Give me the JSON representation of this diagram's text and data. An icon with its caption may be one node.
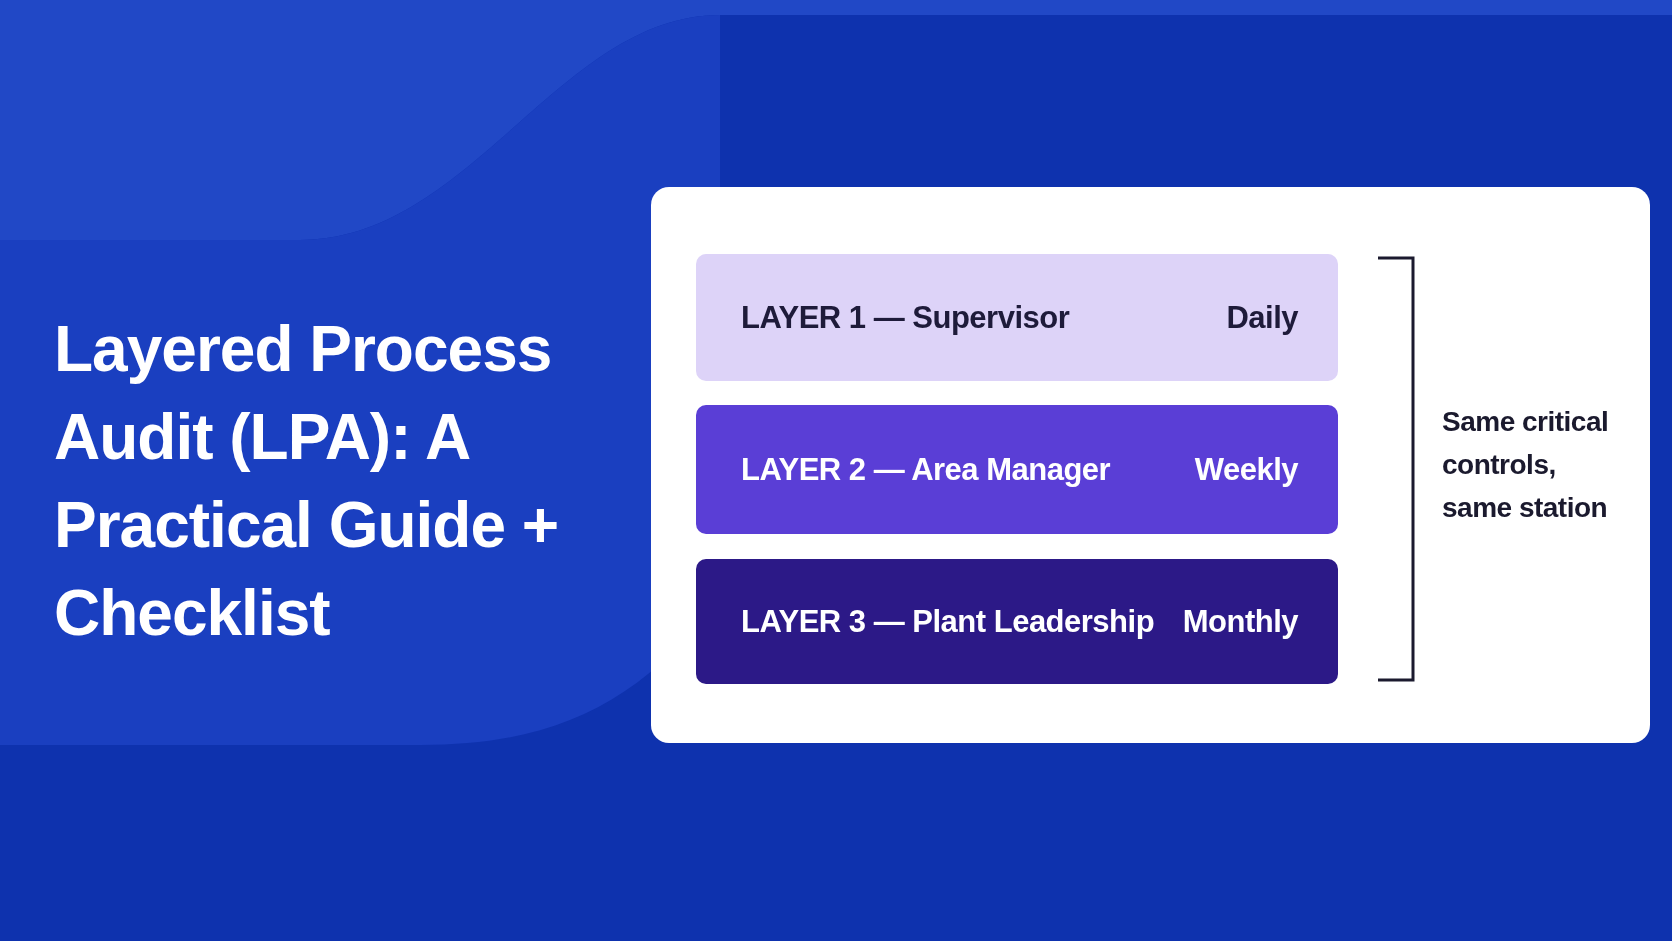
{
  "diagram": {
    "title": "Layered Process Audit (LPA): A Practical Guide + Checklist",
    "nodes": [
      {
        "text": [
          "LAYER 1 — Supervisor",
          "Daily"
        ]
      },
      {
        "text": [
          "LAYER 2 — Area Manager",
          "Weekly"
        ]
      },
      {
        "text": [
          "LAYER 3 — Plant Leadership",
          "Monthly"
        ]
      }
    ],
    "labels": [
      "Same critical controls, same station"
    ]
  }
}
